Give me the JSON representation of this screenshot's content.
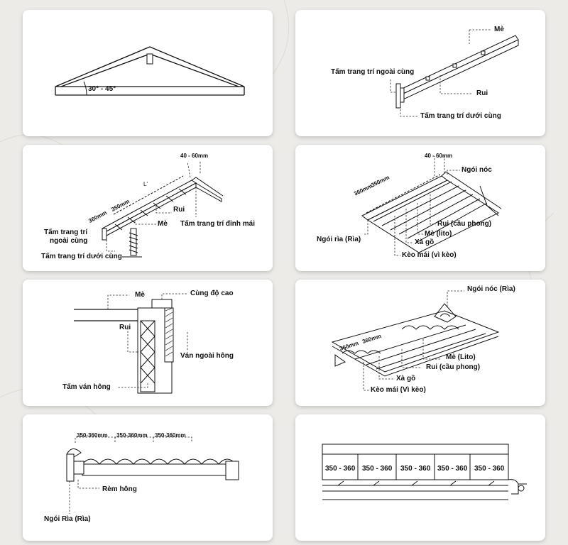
{
  "panels": [
    {
      "id": "p1",
      "labels": {
        "angle": "30° - 45°"
      }
    },
    {
      "id": "p2",
      "labels": {
        "me": "Mè",
        "outer_trim": "Tấm trang trí ngoài cùng",
        "rui": "Rui",
        "bottom_trim": "Tấm trang trí dưới cùng"
      }
    },
    {
      "id": "p3",
      "labels": {
        "gap": "40 - 60mm",
        "length": "L'",
        "d360": "360mm",
        "d350": "350mm",
        "rui": "Rui",
        "me": "Mè",
        "ridge_trim": "Tấm trang trí đỉnh mái",
        "outer_trim_1": "Tấm trang trí",
        "outer_trim_2": "ngoài cùng",
        "bottom_trim": "Tấm trang trí dưới cùng"
      }
    },
    {
      "id": "p4",
      "labels": {
        "gap": "40 - 60mm",
        "d360": "360mm",
        "d350": "350mm",
        "ridge_tile": "Ngói nóc",
        "eave_tile": "Ngói rìa (Rìa)",
        "rui": "Rui (cầu phong)",
        "me": "Mè (lito)",
        "purlin": "Xà gồ",
        "truss": "Kèo mái (vì kèo)"
      }
    },
    {
      "id": "p5",
      "labels": {
        "me": "Mè",
        "height": "Cùng độ cao",
        "rui": "Rui",
        "outer_board": "Ván ngoài hông",
        "side_board": "Tấm ván hông"
      }
    },
    {
      "id": "p6",
      "labels": {
        "ridge_tile": "Ngói nóc (Rìa)",
        "d360a": "360mm",
        "d360b": "360mm",
        "me": "Mè (Lito)",
        "rui": "Rui (cầu phong)",
        "purlin": "Xà gồ",
        "truss": "Kèo mái (Vì kèo)"
      }
    },
    {
      "id": "p7",
      "labels": {
        "s1": "350-360mm",
        "s2": "350-360mm",
        "s3": "350-360mm",
        "rem": "Rèm hông",
        "edge_tile": "Ngói Rìa (Rìa)"
      }
    },
    {
      "id": "p8",
      "labels": {
        "c1": "350 - 360",
        "c2": "350 - 360",
        "c3": "350 - 360",
        "c4": "350 - 360",
        "c5": "350 - 360"
      }
    }
  ]
}
